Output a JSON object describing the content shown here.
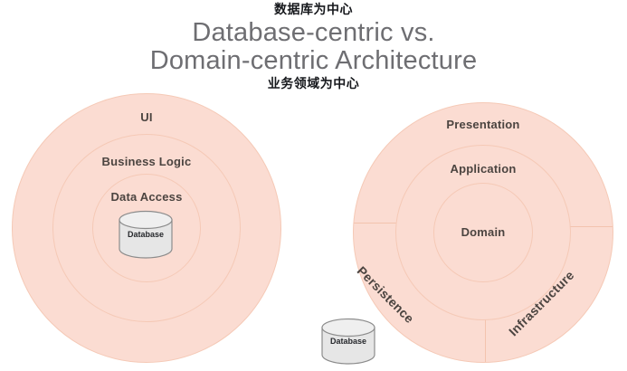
{
  "header": {
    "annotation_top": "数据库为中心",
    "title_line1": "Database-centric vs.",
    "title_line2": "Domain-centric Architecture",
    "annotation_bottom": "业务领域为中心"
  },
  "colors": {
    "ring_fill": "#fbdcd2",
    "ring_border": "#f5c9b6",
    "divider": "#f3c3ae",
    "label_text": "#4b4440",
    "title_text": "#6e6e72",
    "annotation_text": "#16181c",
    "cylinder_fill": "#e4e4e4",
    "cylinder_stroke": "#8c8c8c",
    "background": "#ffffff"
  },
  "left_diagram": {
    "name": "Database-centric architecture",
    "layers": [
      {
        "label": "UI",
        "level": 1
      },
      {
        "label": "Business Logic",
        "level": 2
      },
      {
        "label": "Data Access",
        "level": 3
      }
    ],
    "center_store": {
      "label": "Database"
    }
  },
  "right_diagram": {
    "name": "Domain-centric architecture",
    "layers": [
      {
        "label": "Presentation",
        "level": 1
      },
      {
        "label": "Application",
        "level": 2
      },
      {
        "label": "Domain",
        "level": 3
      }
    ],
    "outer_sectors": [
      {
        "label": "Persistence",
        "position": "bottom-left",
        "rotation_deg": 45
      },
      {
        "label": "Infrastructure",
        "position": "bottom-right",
        "rotation_deg": -45
      }
    ]
  },
  "external_store": {
    "label": "Database"
  }
}
